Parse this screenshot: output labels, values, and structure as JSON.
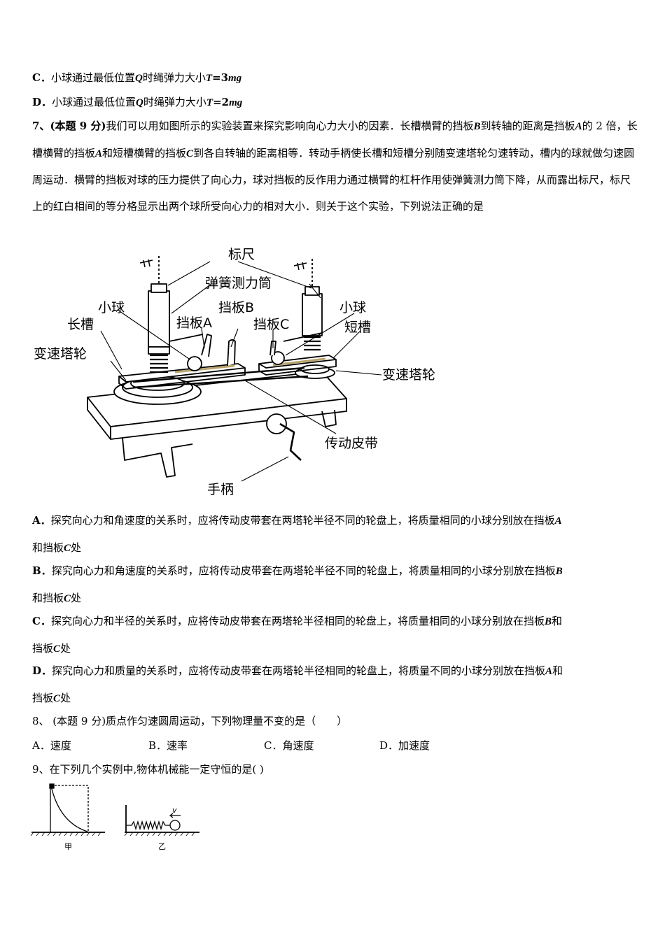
{
  "q6": {
    "optC": {
      "label": "C．",
      "text": "小球通过最低位置",
      "var": "Q",
      "mid": "时绳弹力大小",
      "eq_var": "T",
      "eq_val": "=3",
      "eq_unit": "mg"
    },
    "optD": {
      "label": "D．",
      "text": "小球通过最低位置",
      "var": "Q",
      "mid": "时绳弹力大小",
      "eq_var": "T",
      "eq_val": "=2",
      "eq_unit": "mg"
    }
  },
  "q7": {
    "number": "7、",
    "score": "(本题 9 分)",
    "stem_1": "我们可以用如图所示的实验装置来探究影响向心力大小的因素．长槽横臂的挡板",
    "B": "B",
    "stem_2": "到转轴的距离是挡板",
    "A": "A",
    "stem_3": "的 2 倍，长槽横臂的挡板",
    "stem_4": "和短槽横臂的挡板",
    "C": "C",
    "stem_5": "到各自转轴的距离相等．转动手柄使长槽和短槽分别随变速塔轮匀速转动，槽内的球就做匀速圆周运动．横臂的挡板对球的压力提供了向心力，球对挡板的反作用力通过横臂的杠杆作用使弹簧测力筒下降，从而露出标尺，标尺上的红白相间的等分格显示出两个球所受向心力的相对大小．则关于这个实验，下列说法正确的是",
    "figure_labels": {
      "ruler": "标尺",
      "spring_gauge": "弹簧测力筒",
      "ball_left": "小球",
      "ball_right": "小球",
      "long_slot": "长槽",
      "baffle_a": "挡板A",
      "baffle_b": "挡板B",
      "baffle_c": "挡板C",
      "short_slot": "短槽",
      "pulley_left": "变速塔轮",
      "pulley_right": "变速塔轮",
      "belt": "传动皮带",
      "handle": "手柄"
    },
    "options": [
      {
        "label": "A．",
        "l1": "探究向心力和角速度的关系时，应将传动皮带套在两塔轮半径不同的轮盘上，将质量相同的小球分别放在挡板",
        "v1": "A",
        "l2a": "和挡板",
        "v2": "C",
        "l2b": "处"
      },
      {
        "label": "B．",
        "l1": "探究向心力和角速度的关系时，应将传动皮带套在两塔轮半径不同的轮盘上，将质量相同的小球分别放在挡板",
        "v1": "B",
        "l2a": "和挡板",
        "v2": "C",
        "l2b": "处"
      },
      {
        "label": "C．",
        "l1": "探究向心力和半径的关系时，应将传动皮带套在两塔轮半径相同的轮盘上，将质量相同的小球分别放在挡板",
        "v1": "B",
        "l1b": "和",
        "l2a": "挡板",
        "v2": "C",
        "l2b": "处"
      },
      {
        "label": "D．",
        "l1": "探究向心力和质量的关系时，应将传动皮带套在两塔轮半径相同的轮盘上，将质量不同的小球分别放在挡板",
        "v1": "A",
        "l1b": "和",
        "l2a": "挡板",
        "v2": "C",
        "l2b": "处"
      }
    ]
  },
  "q8": {
    "stem": "8、 (本题 9 分)质点作匀速圆周运动，下列物理量不变的是（　　）",
    "options": [
      "A．速度",
      "B．速率",
      "C．角速度",
      "D．加速度"
    ]
  },
  "q9": {
    "stem": "9、在下列几个实例中,物体机械能一定守恒的是( )",
    "fig_left_caption": "甲",
    "fig_right_caption": "乙",
    "fig_right_v": "v"
  }
}
